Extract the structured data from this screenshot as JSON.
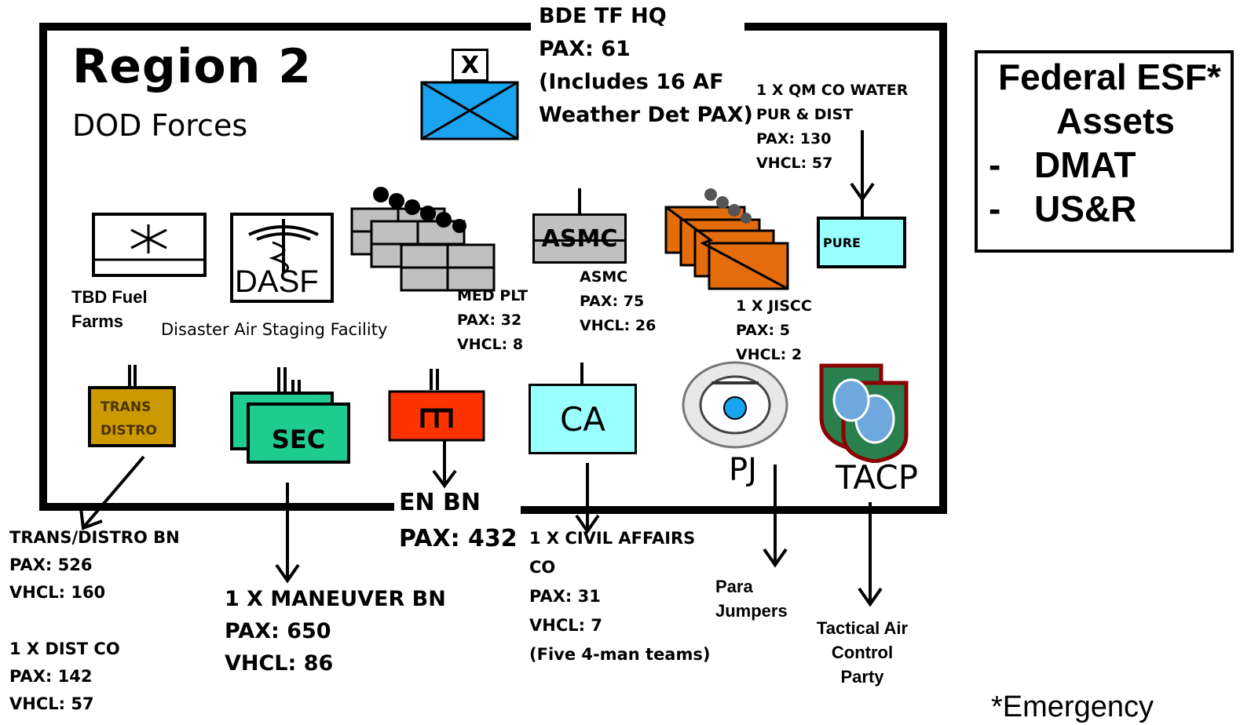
{
  "region": {
    "title": "Region 2",
    "subtitle": "DOD Forces"
  },
  "hq": {
    "symbol_letter": "X",
    "lines": [
      "BDE TF HQ",
      "PAX: 61",
      "(Includes 16 AF",
      "Weather Det PAX)"
    ]
  },
  "water": {
    "lines": [
      "1 X QM CO WATER",
      "PUR & DIST",
      "PAX: 130",
      "VHCL: 57"
    ],
    "symbol": "PURE"
  },
  "fuel": {
    "lines": [
      "TBD Fuel",
      "Farms"
    ]
  },
  "dasf": {
    "symbol": "DASF",
    "caption": "Disaster Air Staging Facility"
  },
  "med": {
    "lines": [
      "MED PLT",
      "PAX: 32",
      "VHCL: 8"
    ]
  },
  "asmc": {
    "symbol": "ASMC",
    "lines": [
      "ASMC",
      "PAX: 75",
      "VHCL: 26"
    ]
  },
  "jiscc": {
    "lines": [
      "1 X JISCC",
      "PAX: 5",
      "VHCL: 2"
    ]
  },
  "trans": {
    "symbol_lines": [
      "TRANS",
      "DISTRO"
    ],
    "lines": [
      "TRANS/DISTRO BN",
      "PAX: 526",
      "VHCL: 160"
    ],
    "dist_lines": [
      "1 X DIST CO",
      "PAX: 142",
      "VHCL: 57"
    ]
  },
  "sec": {
    "symbol": "SEC",
    "lines": [
      "1 X MANEUVER BN",
      "PAX: 650",
      "VHCL: 86"
    ]
  },
  "en": {
    "lines": [
      "EN BN",
      "PAX: 432"
    ]
  },
  "ca": {
    "symbol": "CA",
    "lines": [
      "1 X CIVIL AFFAIRS",
      "CO",
      "PAX: 31",
      "VHCL: 7",
      "(Five 4-man teams)"
    ]
  },
  "pj": {
    "symbol": "PJ",
    "lines": [
      "Para",
      "Jumpers"
    ]
  },
  "tacp": {
    "symbol": "TACP",
    "lines": [
      "Tactical Air",
      "Control",
      "Party"
    ]
  },
  "esf": {
    "title_lines": [
      "Federal ESF*",
      "Assets"
    ],
    "items": [
      "DMAT",
      "US&R"
    ],
    "bullet": "-"
  },
  "footnote": "*Emergency",
  "colors": {
    "blue": "#1aa3ef",
    "gray": "#c0c0c0",
    "orange": "#e46c0a",
    "cyan": "#99ffff",
    "teal": "#1fcc8f",
    "red": "#ff3300",
    "gold": "#cc9900"
  }
}
